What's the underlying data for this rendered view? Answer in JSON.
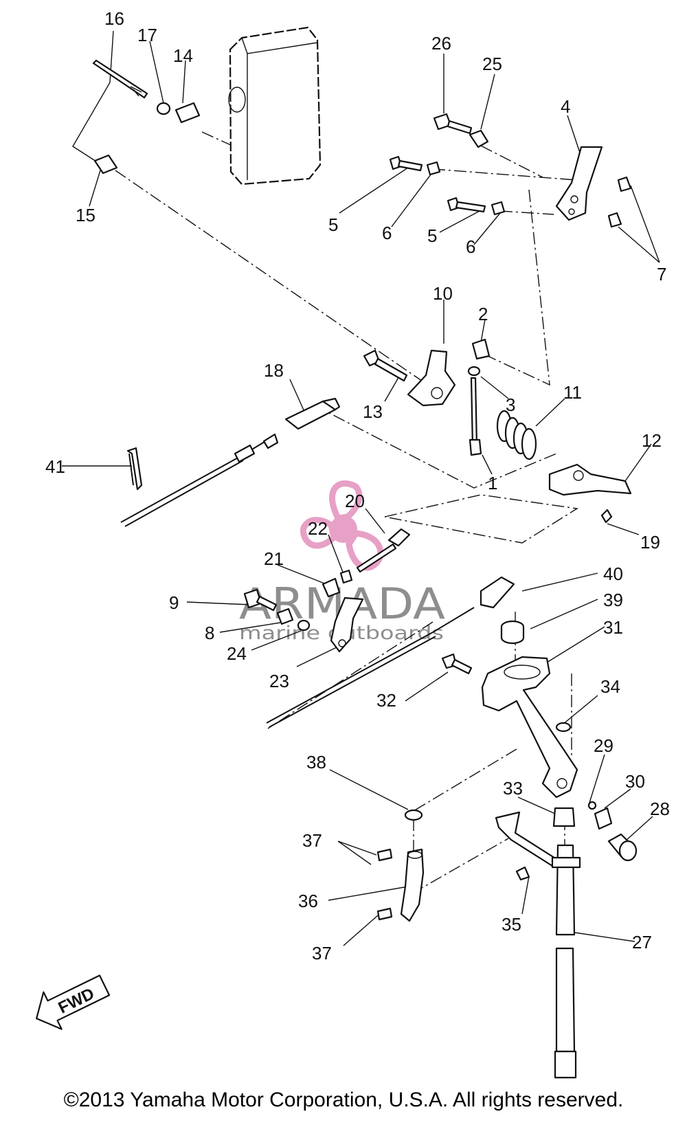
{
  "parts": {
    "p1": "1",
    "p2": "2",
    "p3": "3",
    "p4": "4",
    "p5a": "5",
    "p5b": "5",
    "p6a": "6",
    "p6b": "6",
    "p7": "7",
    "p8": "8",
    "p9": "9",
    "p10": "10",
    "p11": "11",
    "p12": "12",
    "p13": "13",
    "p14": "14",
    "p15": "15",
    "p16": "16",
    "p17": "17",
    "p18": "18",
    "p19": "19",
    "p20": "20",
    "p21": "21",
    "p22": "22",
    "p23": "23",
    "p24": "24",
    "p25": "25",
    "p26": "26",
    "p27": "27",
    "p28": "28",
    "p29": "29",
    "p30": "30",
    "p31": "31",
    "p32": "32",
    "p33": "33",
    "p34": "34",
    "p35": "35",
    "p36": "36",
    "p37a": "37",
    "p37b": "37",
    "p38": "38",
    "p39": "39",
    "p40": "40",
    "p41": "41"
  },
  "fwd_label": "FWD",
  "watermark": {
    "brand": "ARMADA",
    "tagline": "marine outboards",
    "logo_color": "#e7a0c6"
  },
  "copyright": "©2013 Yamaha Motor Corporation, U.S.A. All rights reserved."
}
